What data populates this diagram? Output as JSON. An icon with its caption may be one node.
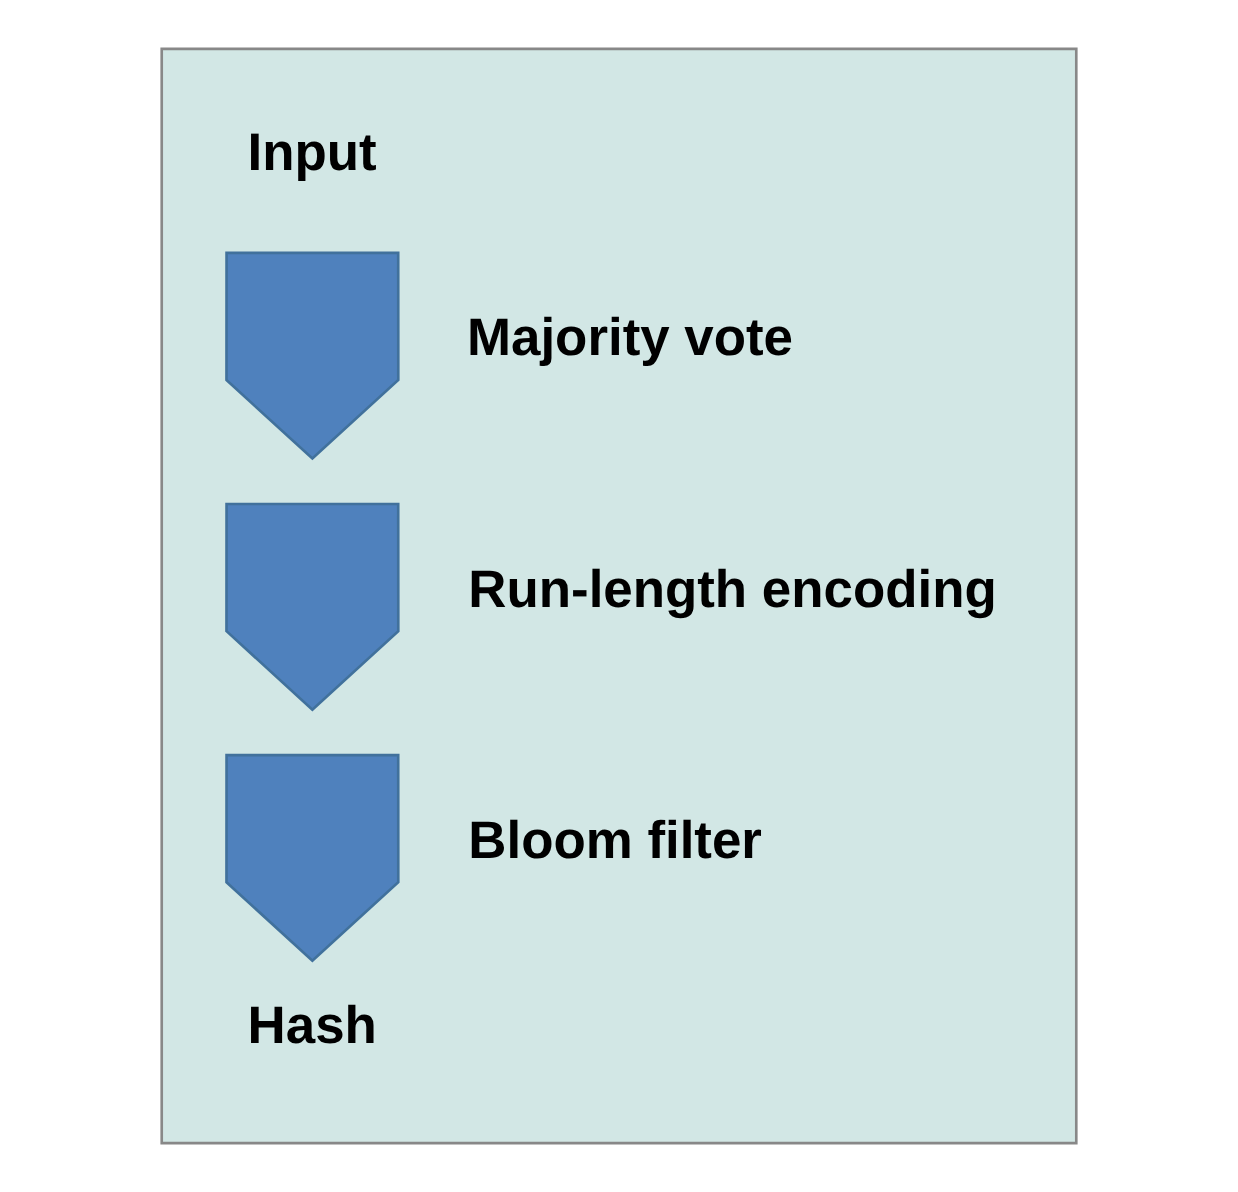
{
  "diagram": {
    "nodes": [
      {
        "text": [],
        "shape": "box"
      },
      {
        "text": [
          "Input"
        ],
        "in": 0
      },
      {
        "text": [],
        "shape": "arrow",
        "in": 0,
        "beside": [
          "Majority vote"
        ]
      },
      {
        "text": [],
        "shape": "arrow",
        "in": 0,
        "beside": [
          "Run-length encoding"
        ]
      },
      {
        "text": [],
        "shape": "arrow",
        "in": 0,
        "beside": [
          "Bloom filter"
        ]
      },
      {
        "text": [
          "Hash"
        ],
        "in": 0
      }
    ]
  }
}
